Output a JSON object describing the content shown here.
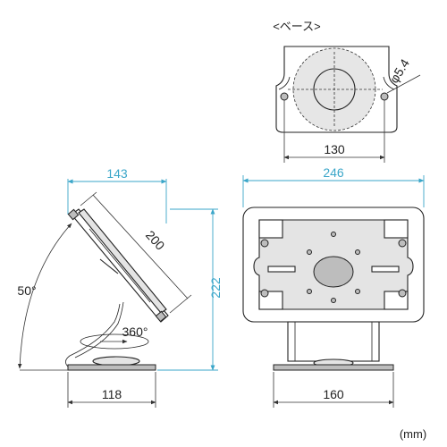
{
  "base_view": {
    "title": "<ベース>",
    "hole_label": "φ5.4",
    "width_dim": "130"
  },
  "side_view": {
    "width_dim": "143",
    "arm_dim": "200",
    "height_dim": "222",
    "angle_label": "50°",
    "rotation_label": "360°",
    "base_dim": "118"
  },
  "front_view": {
    "width_dim": "246",
    "base_dim": "160"
  },
  "unit_label": "(mm)",
  "colors": {
    "dimension_blue": "#3aa6c9",
    "outline": "#222222"
  }
}
